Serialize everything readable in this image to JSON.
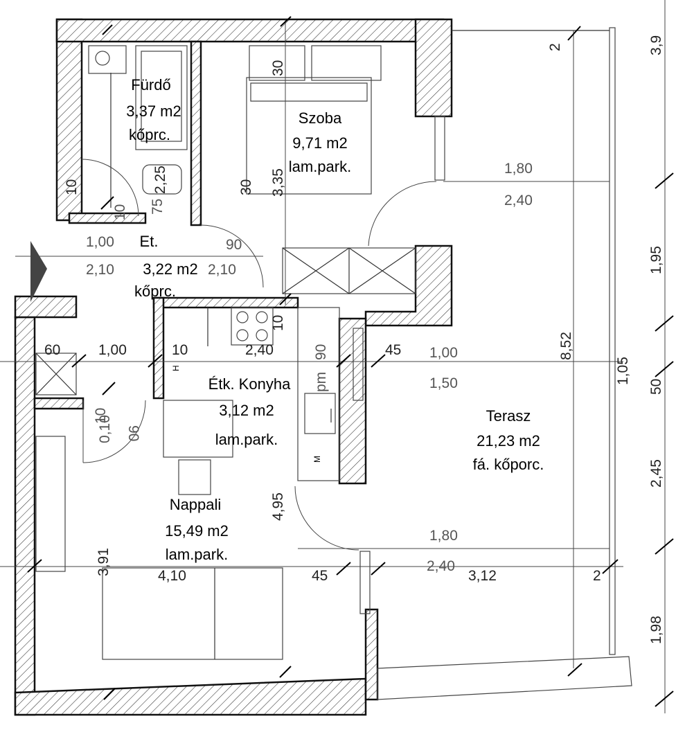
{
  "rooms": [
    {
      "id": "furdo",
      "name": "Fürdő",
      "area": "3,37 m2",
      "floor": "kőprc."
    },
    {
      "id": "szoba",
      "name": "Szoba",
      "area": "9,71 m2",
      "floor": "lam.park."
    },
    {
      "id": "et",
      "name": "Et.",
      "area": "3,22 m2",
      "floor": "kőprc."
    },
    {
      "id": "konyha",
      "name": "Étk. Konyha",
      "area": "3,12 m2",
      "floor": "lam.park."
    },
    {
      "id": "terasz",
      "name": "Terasz",
      "area": "21,23 m2",
      "floor": "fá. kőporc."
    },
    {
      "id": "nappali",
      "name": "Nappali",
      "area": "15,49 m2",
      "floor": "lam.park."
    }
  ],
  "dimensions": {
    "d_2_top": "2",
    "d_3_9": "3,9",
    "d_30_a": "30",
    "d_30_b": "30",
    "d_3_35": "3,35",
    "d_2_25": "2,25",
    "d_10_a": "10",
    "d_75": "75",
    "d_10_b": "10",
    "d_1_80_top": "1,80",
    "d_2_40_top": "2,40",
    "d_1_95": "1,95",
    "d_1_00_et": "1,00",
    "d_90_door": "90",
    "d_2_10_a": "2,10",
    "d_2_10_b": "2,10",
    "d_10_konyha": "10",
    "d_60": "60",
    "d_1_00_mid": "1,00",
    "d_10_c": "10",
    "d_2_40_mid": "2,40",
    "d_90_c": "90",
    "d_45_a": "45",
    "d_1_00_ter": "1,00",
    "d_1_50": "1,50",
    "d_8_52": "8,52",
    "d_1_05": "1,05",
    "d_50": "50",
    "d_10_d": "10",
    "d_0_10": "0,10",
    "d_90_d": "90",
    "d_2_45": "2,45",
    "d_4_95": "4,95",
    "d_1_80_bot": "1,80",
    "d_2_40_bot": "2,40",
    "d_3_12": "3,12",
    "d_3_91": "3,91",
    "d_4_10": "4,10",
    "d_45_b": "45",
    "d_2_bot": "2",
    "d_1_98": "1,98",
    "d_pm": "pm",
    "d_h_a": "H",
    "d_m": "M"
  }
}
